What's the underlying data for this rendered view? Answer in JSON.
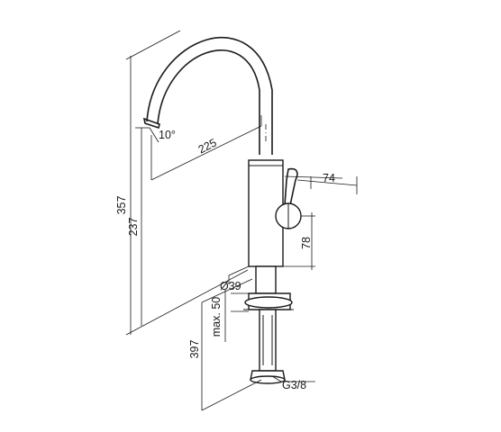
{
  "dimensions": {
    "total_height": "357",
    "spout_height": "237",
    "spout_angle": "10°",
    "spout_reach": "225",
    "lever_reach": "74",
    "lever_height": "78",
    "body_diameter": "Ø39",
    "max_thickness": "max. 50",
    "shank_length": "397",
    "thread": "G3/8"
  }
}
